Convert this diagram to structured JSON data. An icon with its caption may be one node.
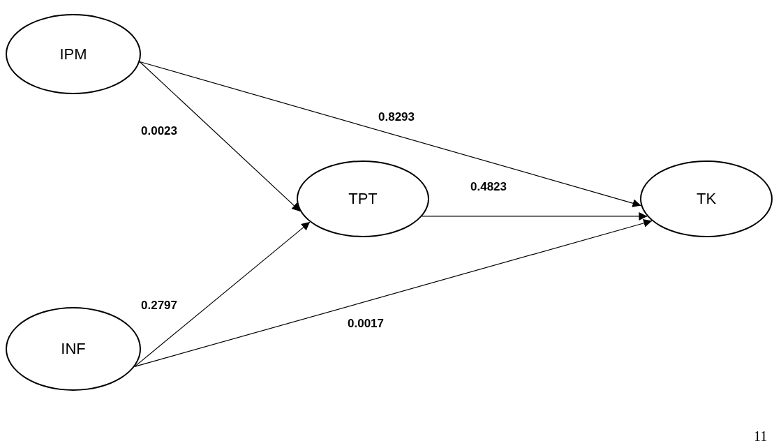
{
  "diagram": {
    "nodes": [
      {
        "text": [
          "IPM"
        ]
      },
      {
        "text": [
          "TPT"
        ]
      },
      {
        "text": [
          "TK"
        ]
      },
      {
        "text": [
          "INF"
        ]
      }
    ],
    "edges": [
      {
        "from": 0,
        "to": 1,
        "arrow": "to",
        "label": "0.0023"
      },
      {
        "from": 0,
        "to": 2,
        "arrow": "to",
        "label": "0.8293"
      },
      {
        "from": 1,
        "to": 2,
        "arrow": "to",
        "label": "0.4823"
      },
      {
        "from": 3,
        "to": 1,
        "arrow": "to",
        "label": "0.2797"
      },
      {
        "from": 3,
        "to": 2,
        "arrow": "to",
        "label": "0.0017"
      }
    ],
    "labels": [
      "11"
    ]
  }
}
